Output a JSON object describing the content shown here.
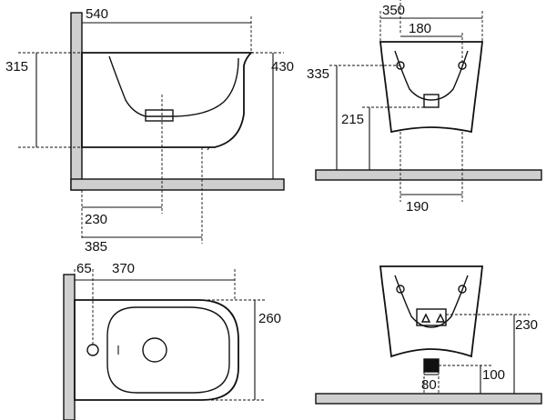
{
  "dimensions": {
    "side_length": "540",
    "side_rim_height": "315",
    "side_total_height": "430",
    "side_drain_offset": "230",
    "side_fixing_offset": "385",
    "front_width": "350",
    "front_fixing_spacing": "180",
    "front_fixing_height": "335",
    "front_inlet_height": "215",
    "front_bottom_width": "190",
    "top_wall_gap": "65",
    "top_length": "370",
    "top_width": "260",
    "back_inlet_height": "230",
    "back_waste_height": "100",
    "back_waste_width": "80"
  }
}
